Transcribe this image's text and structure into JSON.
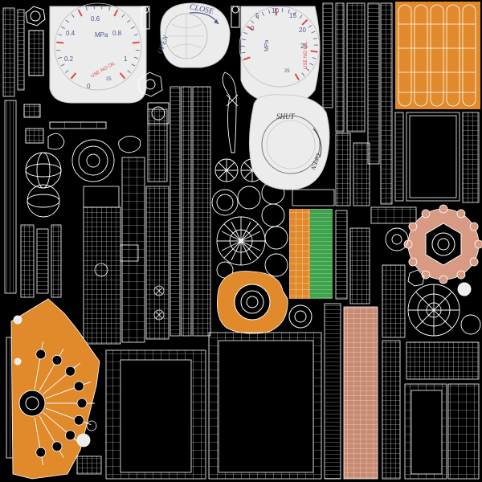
{
  "colors": {
    "background": "#000000",
    "wire": "#ffffff",
    "orange": "#e08a2c",
    "salmon": "#d99a84",
    "green": "#3fa34d",
    "gauge_face": "#ececec",
    "gauge_red": "#e0484a",
    "gauge_text": "#4a5a8a"
  },
  "gauge_left": {
    "unit": "MPa",
    "scale": [
      "0",
      "0.2",
      "0.4",
      "0.6",
      "0.8",
      "1"
    ],
    "warning": "USE NO OIL",
    "model": "25"
  },
  "gauge_right": {
    "unit": "MPa",
    "scale": [
      "0",
      "5",
      "10",
      "15",
      "20",
      "25"
    ],
    "warning": "USE NO OIL",
    "model": "25"
  },
  "valve_top": {
    "close": "CLOSE",
    "open": "OPEN"
  },
  "valve_bottom": {
    "shut": "SHUT",
    "open": "OPEN"
  }
}
